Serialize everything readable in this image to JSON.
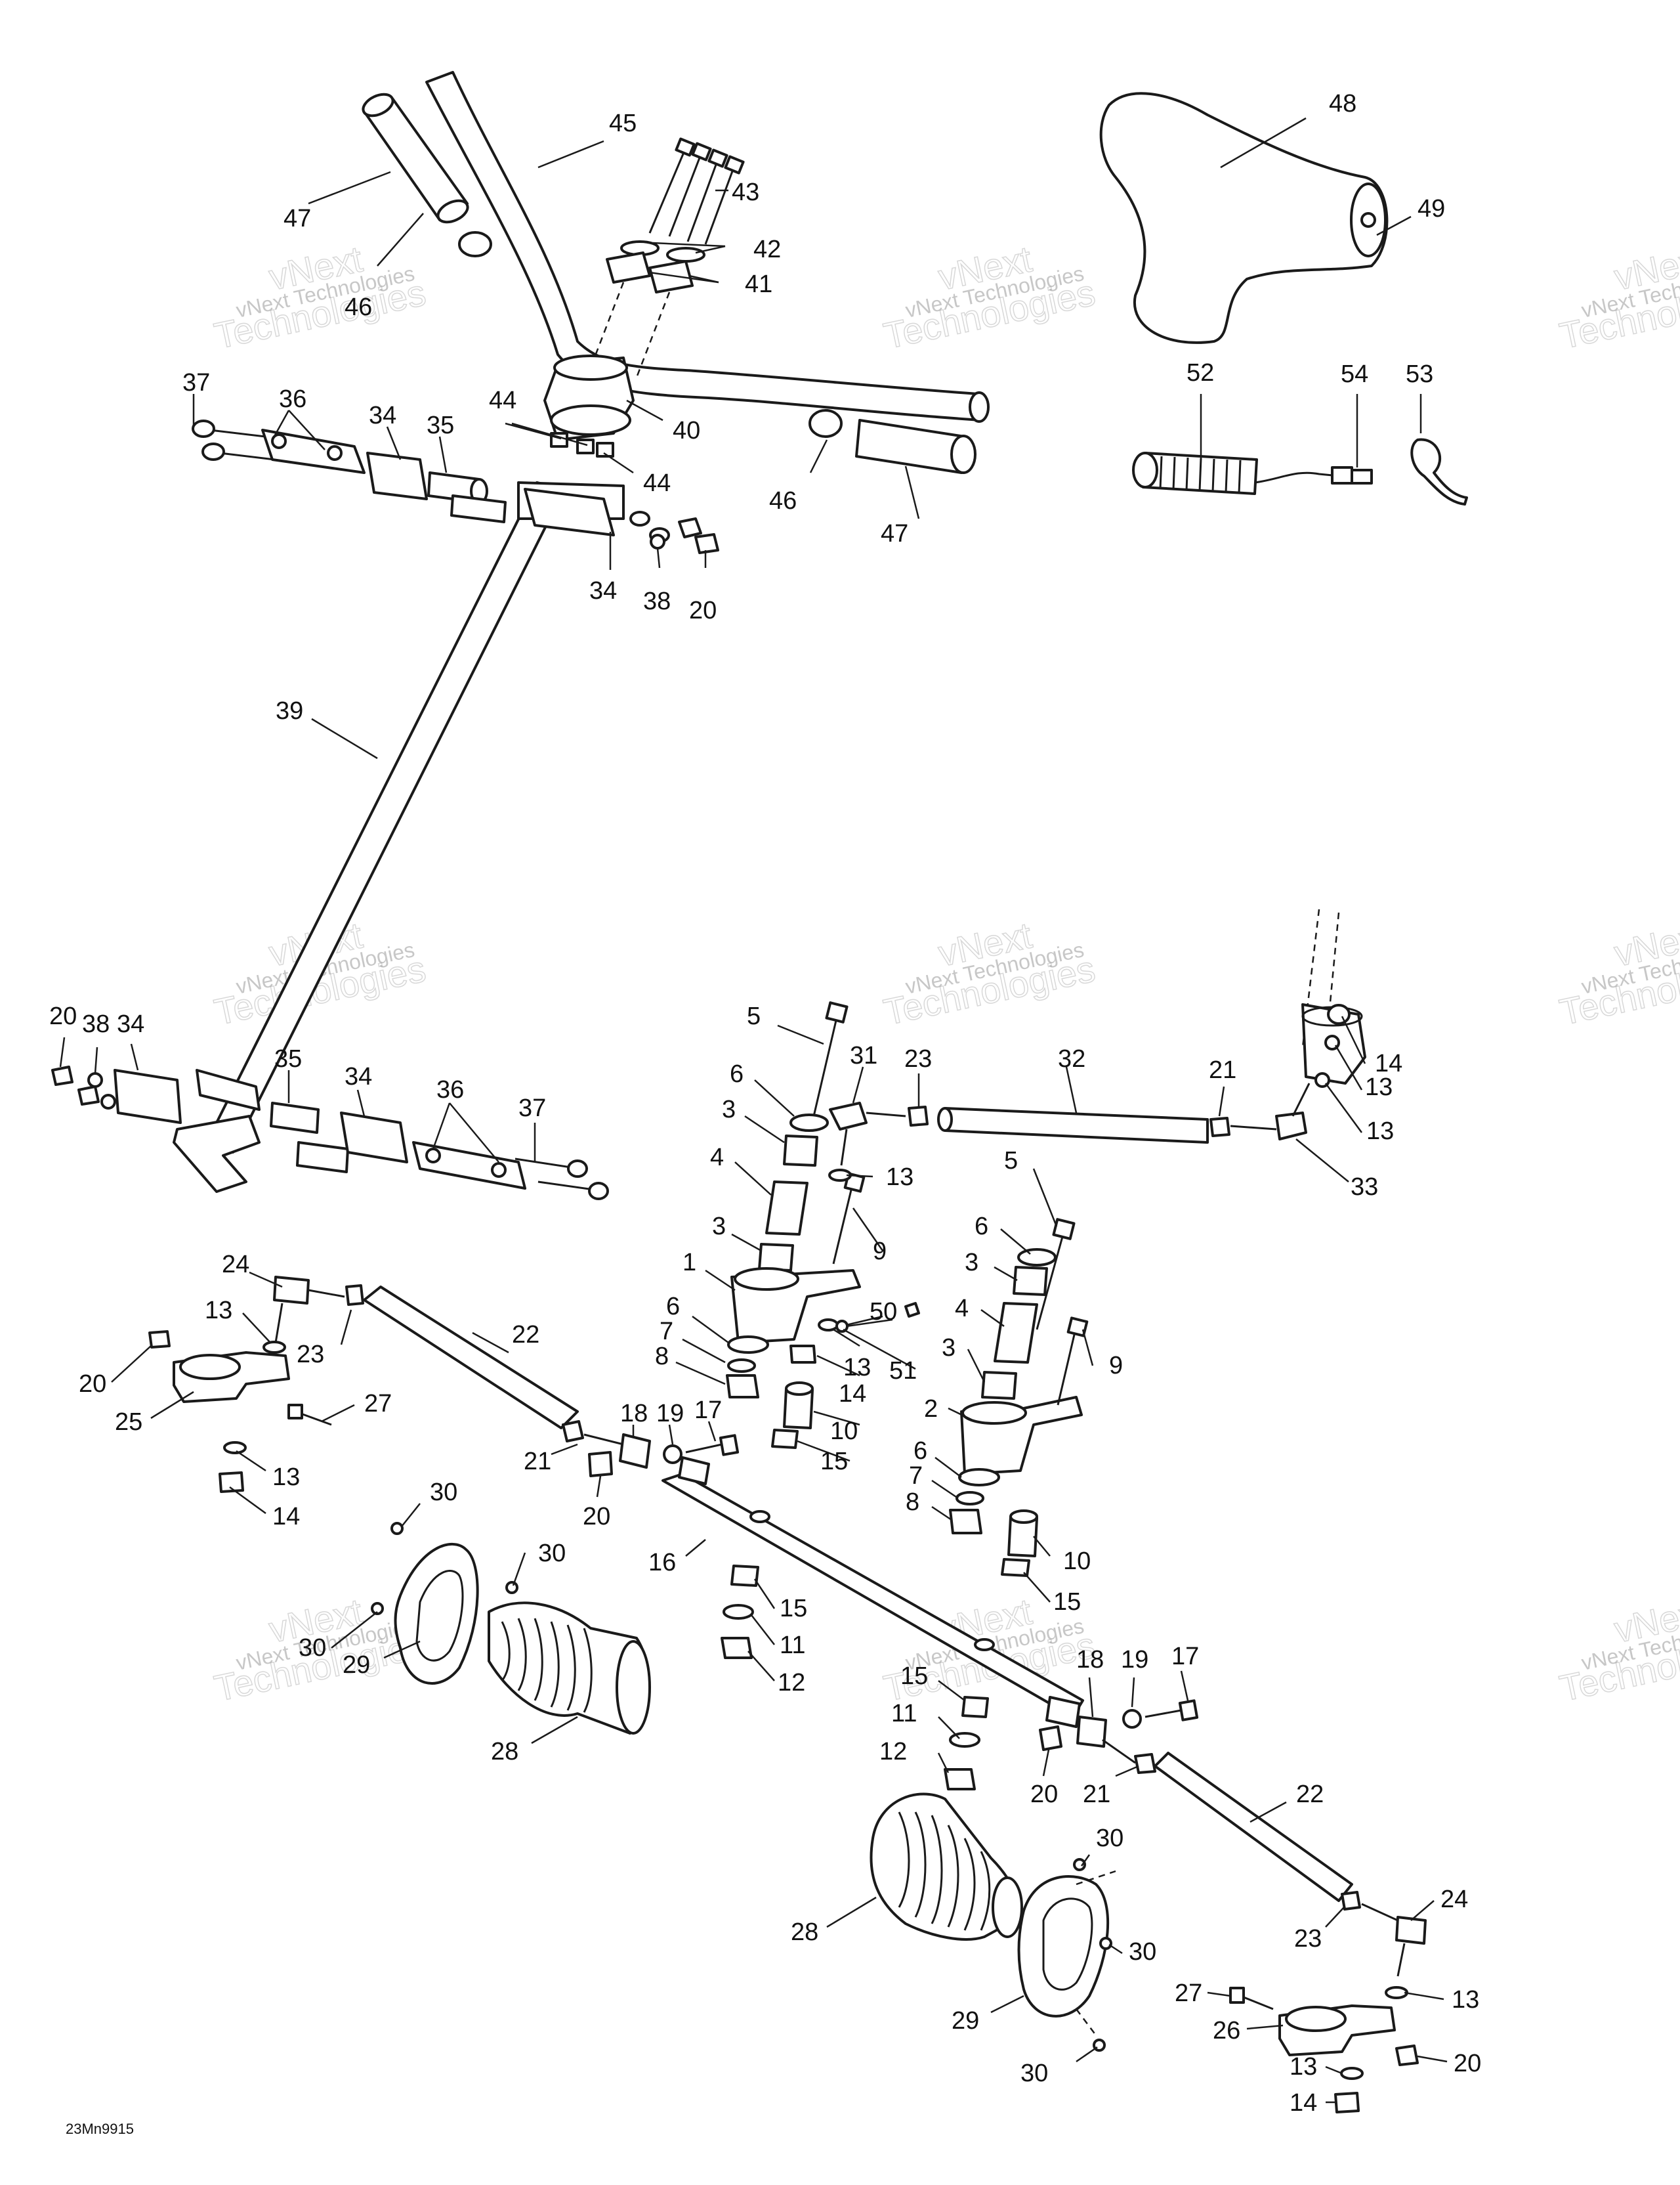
{
  "diagram_code": "23Mn9915",
  "watermark": {
    "line1": "vNext",
    "line2": "Technologies",
    "caption": "vNext Technologies"
  },
  "callouts": {
    "n1": "1",
    "n2": "2",
    "n3": "3",
    "n4": "4",
    "n5": "5",
    "n6": "6",
    "n7": "7",
    "n8": "8",
    "n9": "9",
    "n10": "10",
    "n11": "11",
    "n12": "12",
    "n13": "13",
    "n14": "14",
    "n15": "15",
    "n16": "16",
    "n17": "17",
    "n18": "18",
    "n19": "19",
    "n20": "20",
    "n21": "21",
    "n22": "22",
    "n23": "23",
    "n24": "24",
    "n25": "25",
    "n26": "26",
    "n27": "27",
    "n28": "28",
    "n29": "29",
    "n30": "30",
    "n31": "31",
    "n32": "32",
    "n33": "33",
    "n34": "34",
    "n35": "35",
    "n36": "36",
    "n37": "37",
    "n38": "38",
    "n39": "39",
    "n40": "40",
    "n41": "41",
    "n42": "42",
    "n43": "43",
    "n44": "44",
    "n45": "45",
    "n46": "46",
    "n47": "47",
    "n48": "48",
    "n49": "49",
    "n50": "50",
    "n51": "51",
    "n52": "52",
    "n53": "53",
    "n54": "54"
  }
}
